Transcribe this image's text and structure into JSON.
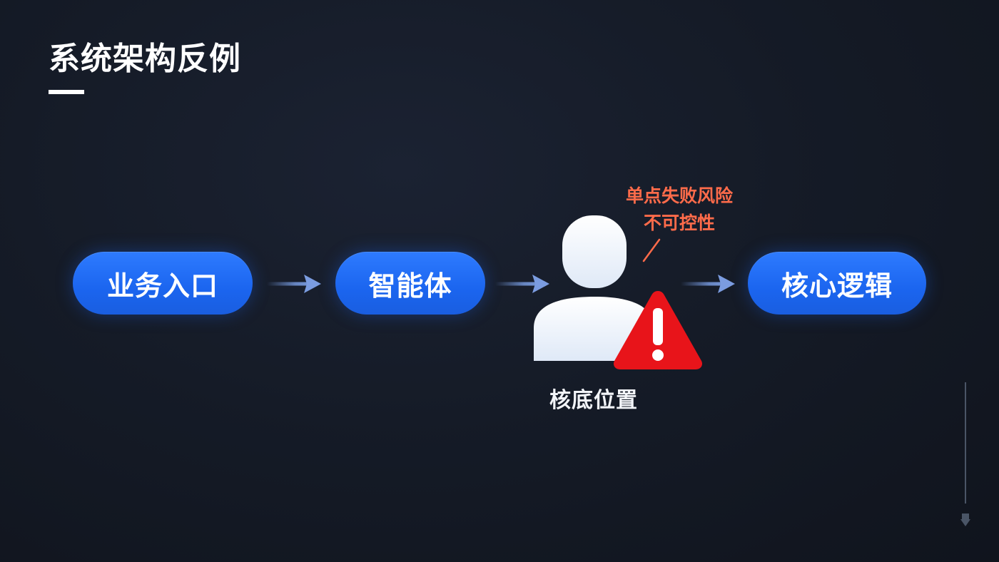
{
  "header": {
    "title": "系统架构反例"
  },
  "flow": {
    "nodes": [
      {
        "label": "业务入口"
      },
      {
        "label": "智能体"
      },
      {
        "label": "核心逻辑"
      }
    ],
    "human_node": {
      "caption": "核底位置",
      "icon": "person-icon",
      "warning_icon": "warning-triangle-icon"
    },
    "risk_annotation": {
      "line1": "单点失败风险",
      "line2": "不可控性"
    }
  },
  "colors": {
    "background": "#141a25",
    "pill": "#1f6bf2",
    "arrow": "#6e8fcf",
    "risk_text": "#ff6b4a",
    "warning_red": "#e8141a",
    "person": "#eaf1fb"
  }
}
